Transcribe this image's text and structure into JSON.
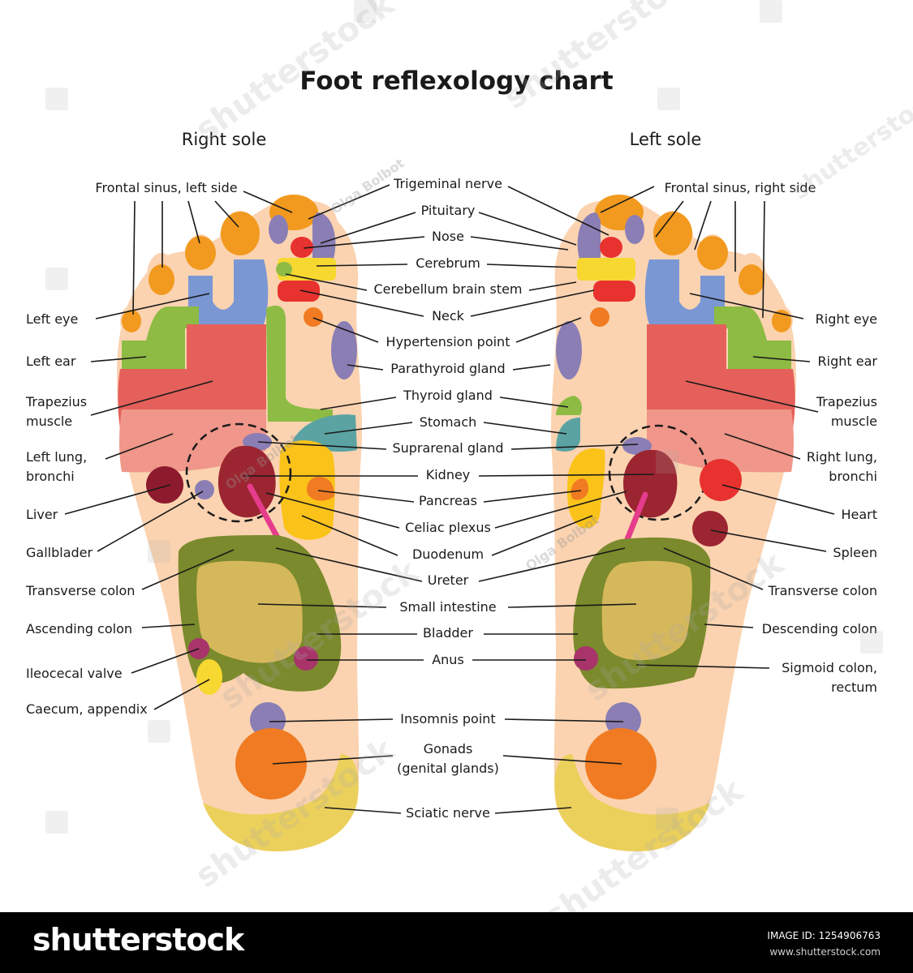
{
  "title": "Foot reflexology chart",
  "right_sole_heading": "Right sole",
  "left_sole_heading": "Left sole",
  "labels": {
    "frontal_sinus_left": "Frontal sinus, left side",
    "frontal_sinus_right": "Frontal sinus, right side",
    "left_eye": "Left eye",
    "left_ear": "Left ear",
    "trapezius_left_1": "Trapezius",
    "trapezius_left_2": "muscle",
    "left_lung_1": "Left lung,",
    "left_lung_2": "bronchi",
    "liver": "Liver",
    "gallbladder": "Gallblader",
    "transverse_colon_left": "Transverse colon",
    "ascending_colon": "Ascending colon",
    "ileocecal_valve": "Ileocecal valve",
    "caecum": "Caecum, appendix",
    "right_eye": "Right eye",
    "right_ear": "Right ear",
    "trapezius_right_1": "Trapezius",
    "trapezius_right_2": "muscle",
    "right_lung_1": "Right lung,",
    "right_lung_2": "bronchi",
    "heart": "Heart",
    "spleen": "Spleen",
    "transverse_colon_right": "Transverse colon",
    "descending_colon": "Descending colon",
    "sigmoid_1": "Sigmoid colon,",
    "sigmoid_2": "rectum",
    "trigeminal": "Trigeminal nerve",
    "pituitary": "Pituitary",
    "nose": "Nose",
    "cerebrum": "Cerebrum",
    "cerebellum": "Cerebellum brain stem",
    "neck": "Neck",
    "hypertension": "Hypertension point",
    "parathyroid": "Parathyroid gland",
    "thyroid": "Thyroid gland",
    "stomach": "Stomach",
    "suprarenal": "Suprarenal gland",
    "kidney": "Kidney",
    "pancreas": "Pancreas",
    "celiac": "Celiac plexus",
    "duodenum": "Duodenum",
    "ureter": "Ureter",
    "small_intestine": "Small intestine",
    "bladder": "Bladder",
    "anus": "Anus",
    "insomnis": "Insomnis point",
    "gonads_1": "Gonads",
    "gonads_2": "(genital glands)",
    "sciatic": "Sciatic nerve"
  },
  "watermarks": {
    "brand": "shutterstock",
    "artist": "Olga Bolbot"
  },
  "footer": {
    "brand": "shutterstock",
    "image_id": "IMAGE ID: 1254906763",
    "site": "www.shutterstock.com"
  },
  "colors": {
    "skin": "#fbd3b0",
    "orange": "#f29a1f",
    "purple": "#8a7eb5",
    "red": "#e8322f",
    "yellow": "#f6d830",
    "green": "#8dbb43",
    "blue": "#7a97d4",
    "lung_red": "#e5605a",
    "lung_pink": "#f0968a",
    "liver": "#8e1a2e",
    "kidney": "#9b2530",
    "teal": "#5ba3a3",
    "gold": "#fbc31a",
    "olive": "#7a8a2c",
    "intestine": "#d6b85c",
    "magenta": "#e53c8c",
    "anus": "#a8346a",
    "gonads": "#f07b22",
    "sciatic": "#ecd05c",
    "line": "#1a1a1a"
  }
}
